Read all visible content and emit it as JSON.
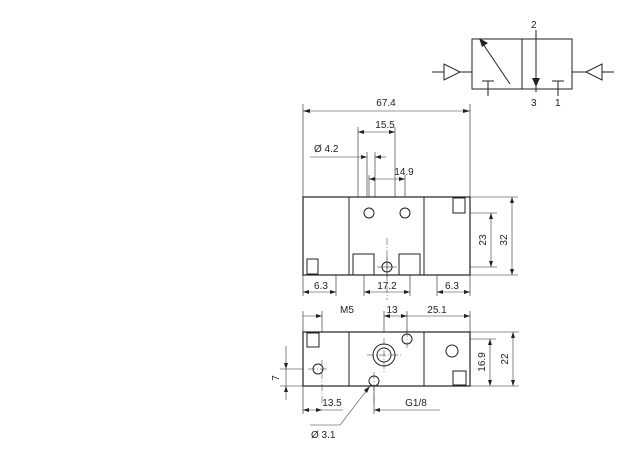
{
  "symbol": {
    "port_top": "2",
    "port_bottom_left": "3",
    "port_bottom_right": "1"
  },
  "front_view": {
    "overall_width": "67.4",
    "top_center_spacing": "15.5",
    "hole_diameter": "Ø 4.2",
    "hole_spacing": "14.9",
    "height_inner": "23",
    "height_total": "32",
    "bottom_left_offset": "6.3",
    "bottom_center_width": "17.2",
    "bottom_right_offset": "6.3"
  },
  "top_view": {
    "thread_label": "M5",
    "center_offset": "13",
    "right_offset": "25.1",
    "port_height": "16.9",
    "height_total": "22",
    "left_height": "7",
    "left_offset": "13.5",
    "port_thread": "G1/8",
    "small_hole_diameter": "Ø 3.1"
  }
}
